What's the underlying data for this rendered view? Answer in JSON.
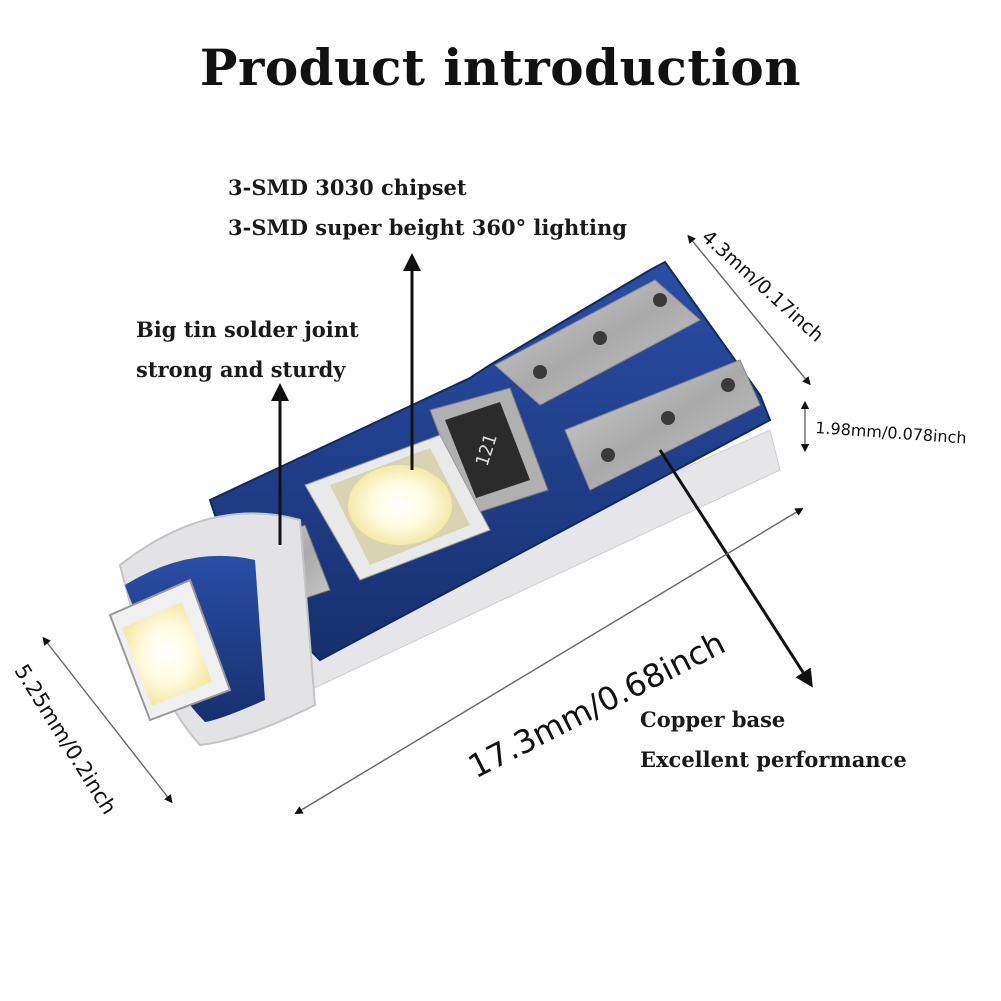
{
  "title": "Product introduction",
  "callouts": {
    "chipset": {
      "line1": "3-SMD 3030 chipset",
      "line2": "3-SMD super beight 360° lighting"
    },
    "solder": {
      "line1": "Big tin solder joint",
      "line2": "strong and sturdy"
    },
    "copper": {
      "line1": "Copper base",
      "line2": "Excellent performance"
    }
  },
  "dimensions": {
    "width": "4.3mm/0.17inch",
    "thickness": "1.98mm/0.078inch",
    "length": "17.3mm/0.68inch",
    "height": "5.25mm/0.2inch"
  },
  "resistor_marking": "121",
  "colors": {
    "pcb_blue": "#1f3f8e",
    "led_yellow": "#fff7c8",
    "contact_silver": "#b8b8b8",
    "base_white": "#e8e8ea"
  }
}
